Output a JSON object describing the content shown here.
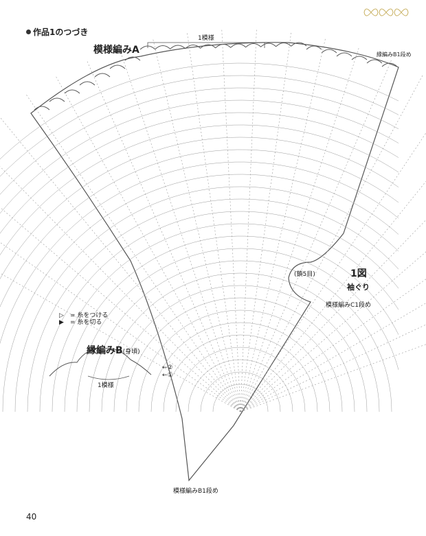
{
  "header": {
    "section_title": "作品1のつづき",
    "pattern_a_label": "模様編みA",
    "repeat_top": "1模様",
    "edge_b1_top": "縁編みB1段め"
  },
  "figure": {
    "title": "1図",
    "armhole": "袖ぐり",
    "chain5": "(鎖5目)",
    "pattern_c1": "模様編みC1段め",
    "pattern_b1_bottom": "模様編みB1段め"
  },
  "legend": {
    "attach_symbol": "▷",
    "attach_text": "= 糸をつける",
    "cut_symbol": "▶",
    "cut_text": "= 糸を切る"
  },
  "edge_b": {
    "title": "縁編みB",
    "subtitle": "(身頃)",
    "repeat": "1模様",
    "row1": "←①",
    "row2": "←②"
  },
  "page_number": "40",
  "colors": {
    "line": "#555555",
    "light": "#999999"
  }
}
